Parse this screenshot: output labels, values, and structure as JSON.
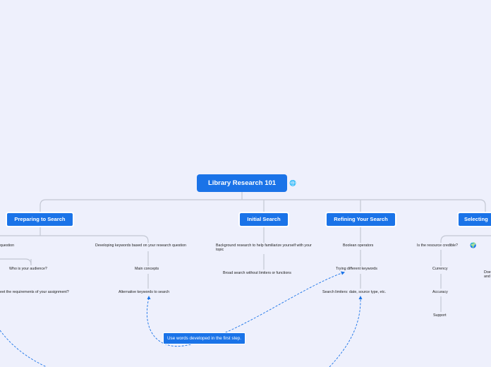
{
  "map": {
    "root": "Library Research 101",
    "branches": {
      "preparing": "Preparing to Search",
      "initial": "Initial Search",
      "refining": "Refining Your Search",
      "selecting": "Selecting"
    },
    "preparing_items": {
      "question": "question",
      "audience": "Who is your audience?",
      "requirements": "eet the requirements of your assignment?",
      "keywords": "Developing keywords based on your research question",
      "main_concepts": "Main concepts",
      "alt_keywords": "Alternative keywords to search"
    },
    "initial_items": {
      "background": "Background research to help familiarize yourself with your topic",
      "broad": "Broad search without limiters or functions"
    },
    "refining_items": {
      "boolean": "Boolean operators",
      "trying": "Trying different keywords",
      "limiters": "Search limiters: date, source type, etc."
    },
    "selecting_items": {
      "credible": "Is the resource credible?",
      "currency": "Currency",
      "accuracy": "Accuracy",
      "support": "Support",
      "partial1": "Doe",
      "partial2": "and"
    },
    "callout": "Use words developed in the first step.",
    "icons": {
      "root_link": "globe-link-icon",
      "credible_link": "globe-icon"
    },
    "colors": {
      "background": "#eef0fc",
      "node": "#1a73e8",
      "connector": "#c3c7d3",
      "dashed_link": "#1a73e8"
    }
  }
}
